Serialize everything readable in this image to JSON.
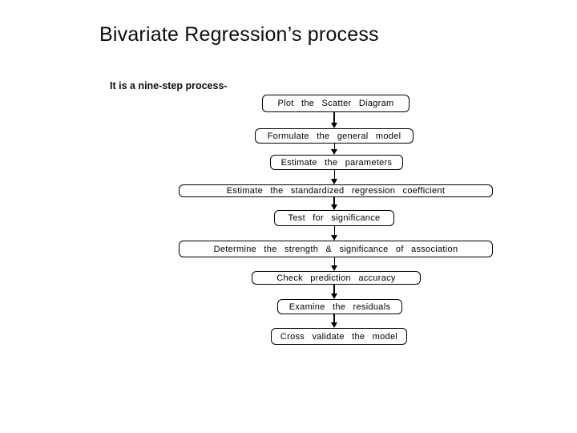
{
  "slide": {
    "title": "Bivariate Regression’s process",
    "subtitle": "It is a nine-step process-"
  },
  "flowchart": {
    "steps": [
      {
        "label": "Plot the Scatter Diagram"
      },
      {
        "label": "Formulate the general model"
      },
      {
        "label": "Estimate the parameters"
      },
      {
        "label": "Estimate the standardized regression coefficient"
      },
      {
        "label": "Test for significance"
      },
      {
        "label": "Determine the strength & significance of association"
      },
      {
        "label": "Check prediction accuracy"
      },
      {
        "label": "Examine the residuals"
      },
      {
        "label": "Cross validate the model"
      }
    ]
  },
  "colors": {
    "background": "#ffffff",
    "text": "#000000",
    "box_border": "#000000",
    "arrow": "#000000"
  }
}
